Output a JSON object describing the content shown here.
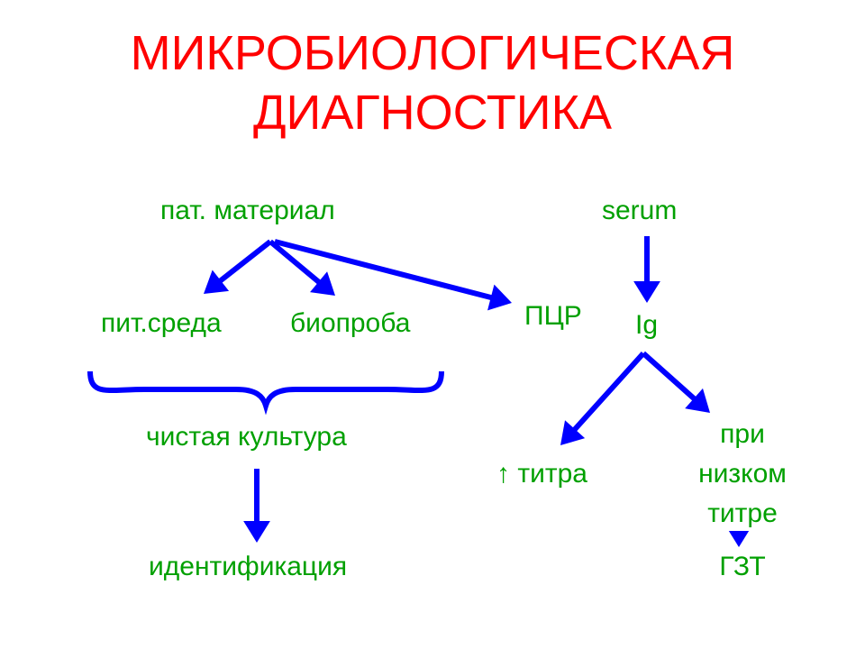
{
  "title": {
    "line1": "МИКРОБИОЛОГИЧЕСКАЯ",
    "line2": "ДИАГНОСТИКА"
  },
  "nodes": {
    "pat_material": "пат. материал",
    "serum": "serum",
    "pit_sreda": "пит.среда",
    "bioproba": "биопроба",
    "pcr": "ПЦР",
    "ig": "Ig",
    "pure_culture": "чистая культура",
    "identification": "идентификация",
    "titer_up": "↑ титра",
    "low_titer_1": "при",
    "low_titer_2": "низком",
    "low_titer_3": "титре",
    "gzt": "ГЗТ"
  },
  "colors": {
    "title": "#ff0000",
    "text": "#00a000",
    "arrow": "#0000ff"
  }
}
